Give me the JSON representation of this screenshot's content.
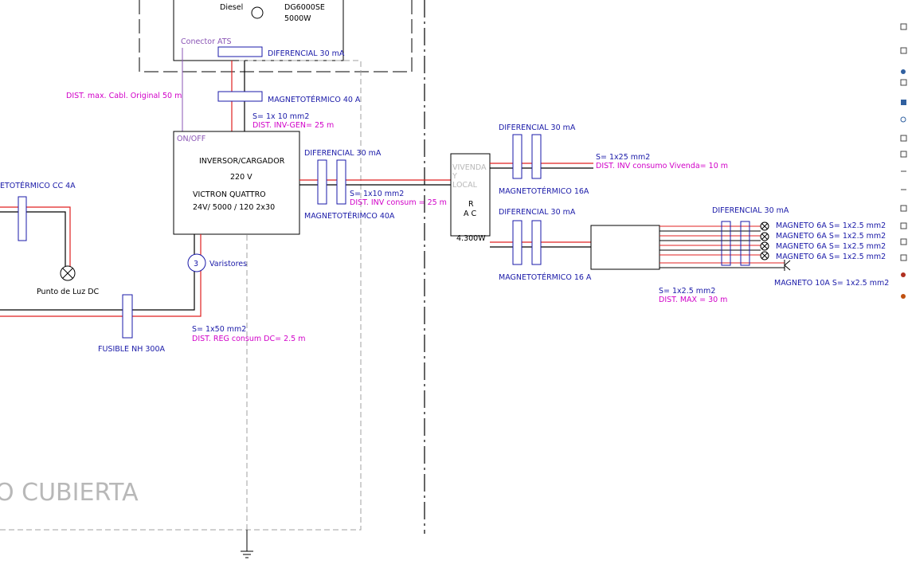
{
  "colors": {
    "label": "#1a1aa8",
    "distance": "#d100c8",
    "connector": "#8a55b5",
    "wire_red": "#e02020",
    "wire_black": "#000000",
    "frame_gray": "#a0a0a0",
    "watermark": "#b8b8b8"
  },
  "generator": {
    "name": "Diesel",
    "model": "DG6000SE",
    "power": "5000W"
  },
  "labels": {
    "conector_ats": "Conector ATS",
    "dist_cable": "DIST. max. Cabl. Original 50 m",
    "gen_diff": "DIFERENCIAL 30 mA",
    "gen_magneto": "MAGNETOTÉRMICO 40 A",
    "gen_section": "S= 1x 10 mm2",
    "gen_dist": "DIST. INV-GEN= 25 m",
    "on_off": "ON/OFF",
    "magneto_cc": "ETOTÉRMICO CC 4A",
    "punto_luz": "Punto de Luz DC",
    "fusible": "FUSIBLE NH 300A",
    "varistor_num": "3",
    "varistores": "Varistores",
    "reg_section": "S= 1x50 mm2",
    "reg_dist": "DIST. REG consum DC= 2.5 m",
    "inv_diff": "DIFERENCIAL 30 mA",
    "inv_section": "S= 1x10 mm2",
    "inv_dist": "DIST. INV consum = 25 m",
    "inv_magneto": "MAGNETOTÉRIMCO 40A",
    "viv_diff": "DIFERENCIAL 30 mA",
    "viv_magneto": "MAGNETOTÉRMICO 16A",
    "viv_section": "S= 1x25 mm2",
    "viv_dist": "DIST. INV consumo Vivenda= 10 m",
    "loc_diff": "DIFERENCIAL 30 mA",
    "loc_magneto": "MAGNETOTÉRMICO 16 A",
    "loc_section": "S= 1x2.5 mm2",
    "loc_dist": "DIST. MAX = 30 m",
    "circ_diff": "DIFERENCIAL 30 mA",
    "last_circuit": "MAGNETO 10A S= 1x2.5 mm2",
    "watermark": "O CUBIERTA"
  },
  "inverter": {
    "title": "INVERSOR/CARGADOR",
    "voltage": "220 V",
    "model": "VICTRON QUATTRO",
    "rating": "24V/ 5000 / 120 2x30"
  },
  "rac": {
    "line1": "VIVENDA",
    "line2": "Y",
    "line3": "LOCAL",
    "r": "R",
    "ac": "A  C",
    "power": "4.300W"
  },
  "circuits": [
    "MAGNETO 6A S= 1x2.5 mm2",
    "MAGNETO 6A S= 1x2.5 mm2",
    "MAGNETO 6A S= 1x2.5 mm2",
    "MAGNETO 6A S= 1x2.5 mm2"
  ]
}
